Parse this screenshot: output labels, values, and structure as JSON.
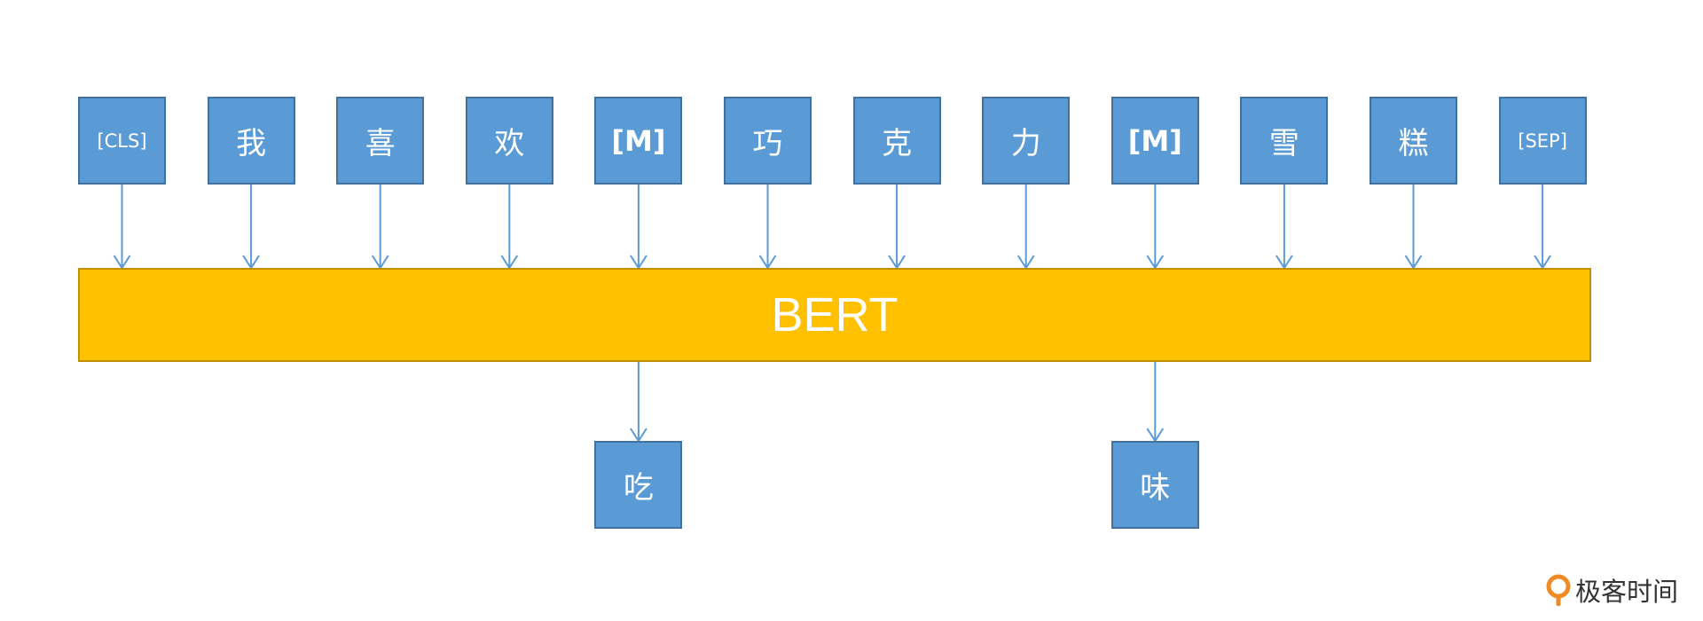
{
  "input_tokens": [
    "[CLS]",
    "我",
    "喜",
    "欢",
    "[M]",
    "巧",
    "克",
    "力",
    "[M]",
    "雪",
    "糕",
    "[SEP]"
  ],
  "model": {
    "label": "BERT"
  },
  "predictions": [
    {
      "source_index": 4,
      "label": "吃"
    },
    {
      "source_index": 8,
      "label": "味"
    }
  ],
  "colors": {
    "token_fill": "#5b9bd5",
    "token_border": "#41719c",
    "arrow": "#5b9bd5",
    "model_fill": "#ffc000",
    "model_border": "#bf8f00",
    "logo_accent": "#f08a24"
  },
  "watermark": {
    "text": "极客时间"
  }
}
